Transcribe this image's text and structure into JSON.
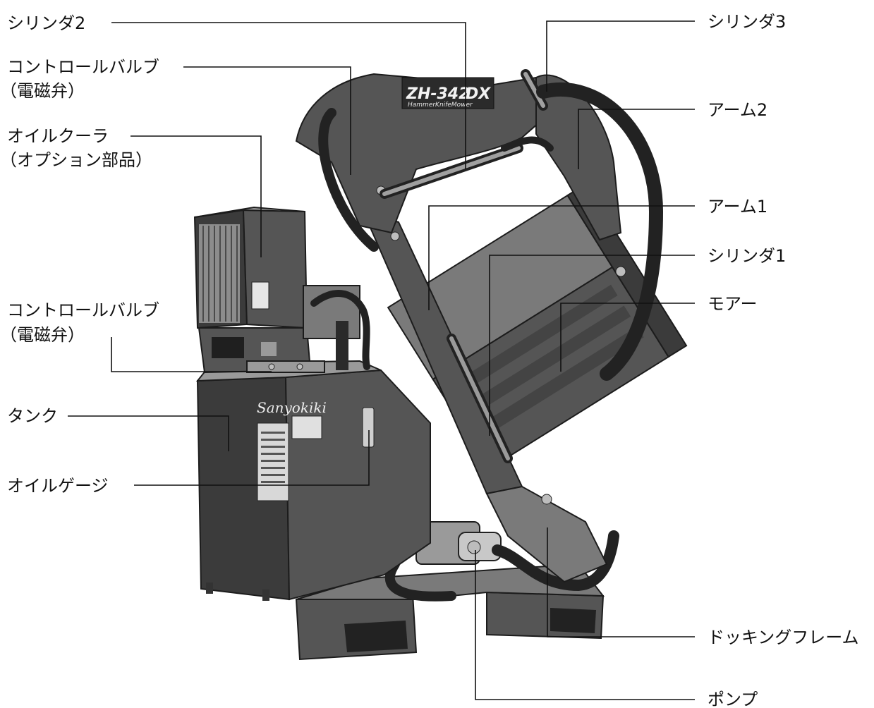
{
  "labels": {
    "cylinder2": "シリンダ2",
    "control_valve_top_l1": "コントロールバルブ",
    "control_valve_top_l2": "（電磁弁）",
    "oil_cooler_l1": "オイルクーラ",
    "oil_cooler_l2": "（オプション部品）",
    "control_valve_mid_l1": "コントロールバルブ",
    "control_valve_mid_l2": "（電磁弁）",
    "tank": "タンク",
    "oil_gauge": "オイルゲージ",
    "cylinder3": "シリンダ3",
    "arm2": "アーム2",
    "arm1": "アーム1",
    "cylinder1": "シリンダ1",
    "mower": "モアー",
    "docking_frame": "ドッキングフレーム",
    "pump": "ポンプ"
  },
  "machine": {
    "model_badge": "ZH-342",
    "model_suffix": "DX",
    "model_subtitle": "HammerKnifeMower",
    "brand": "Sanyokiki"
  }
}
